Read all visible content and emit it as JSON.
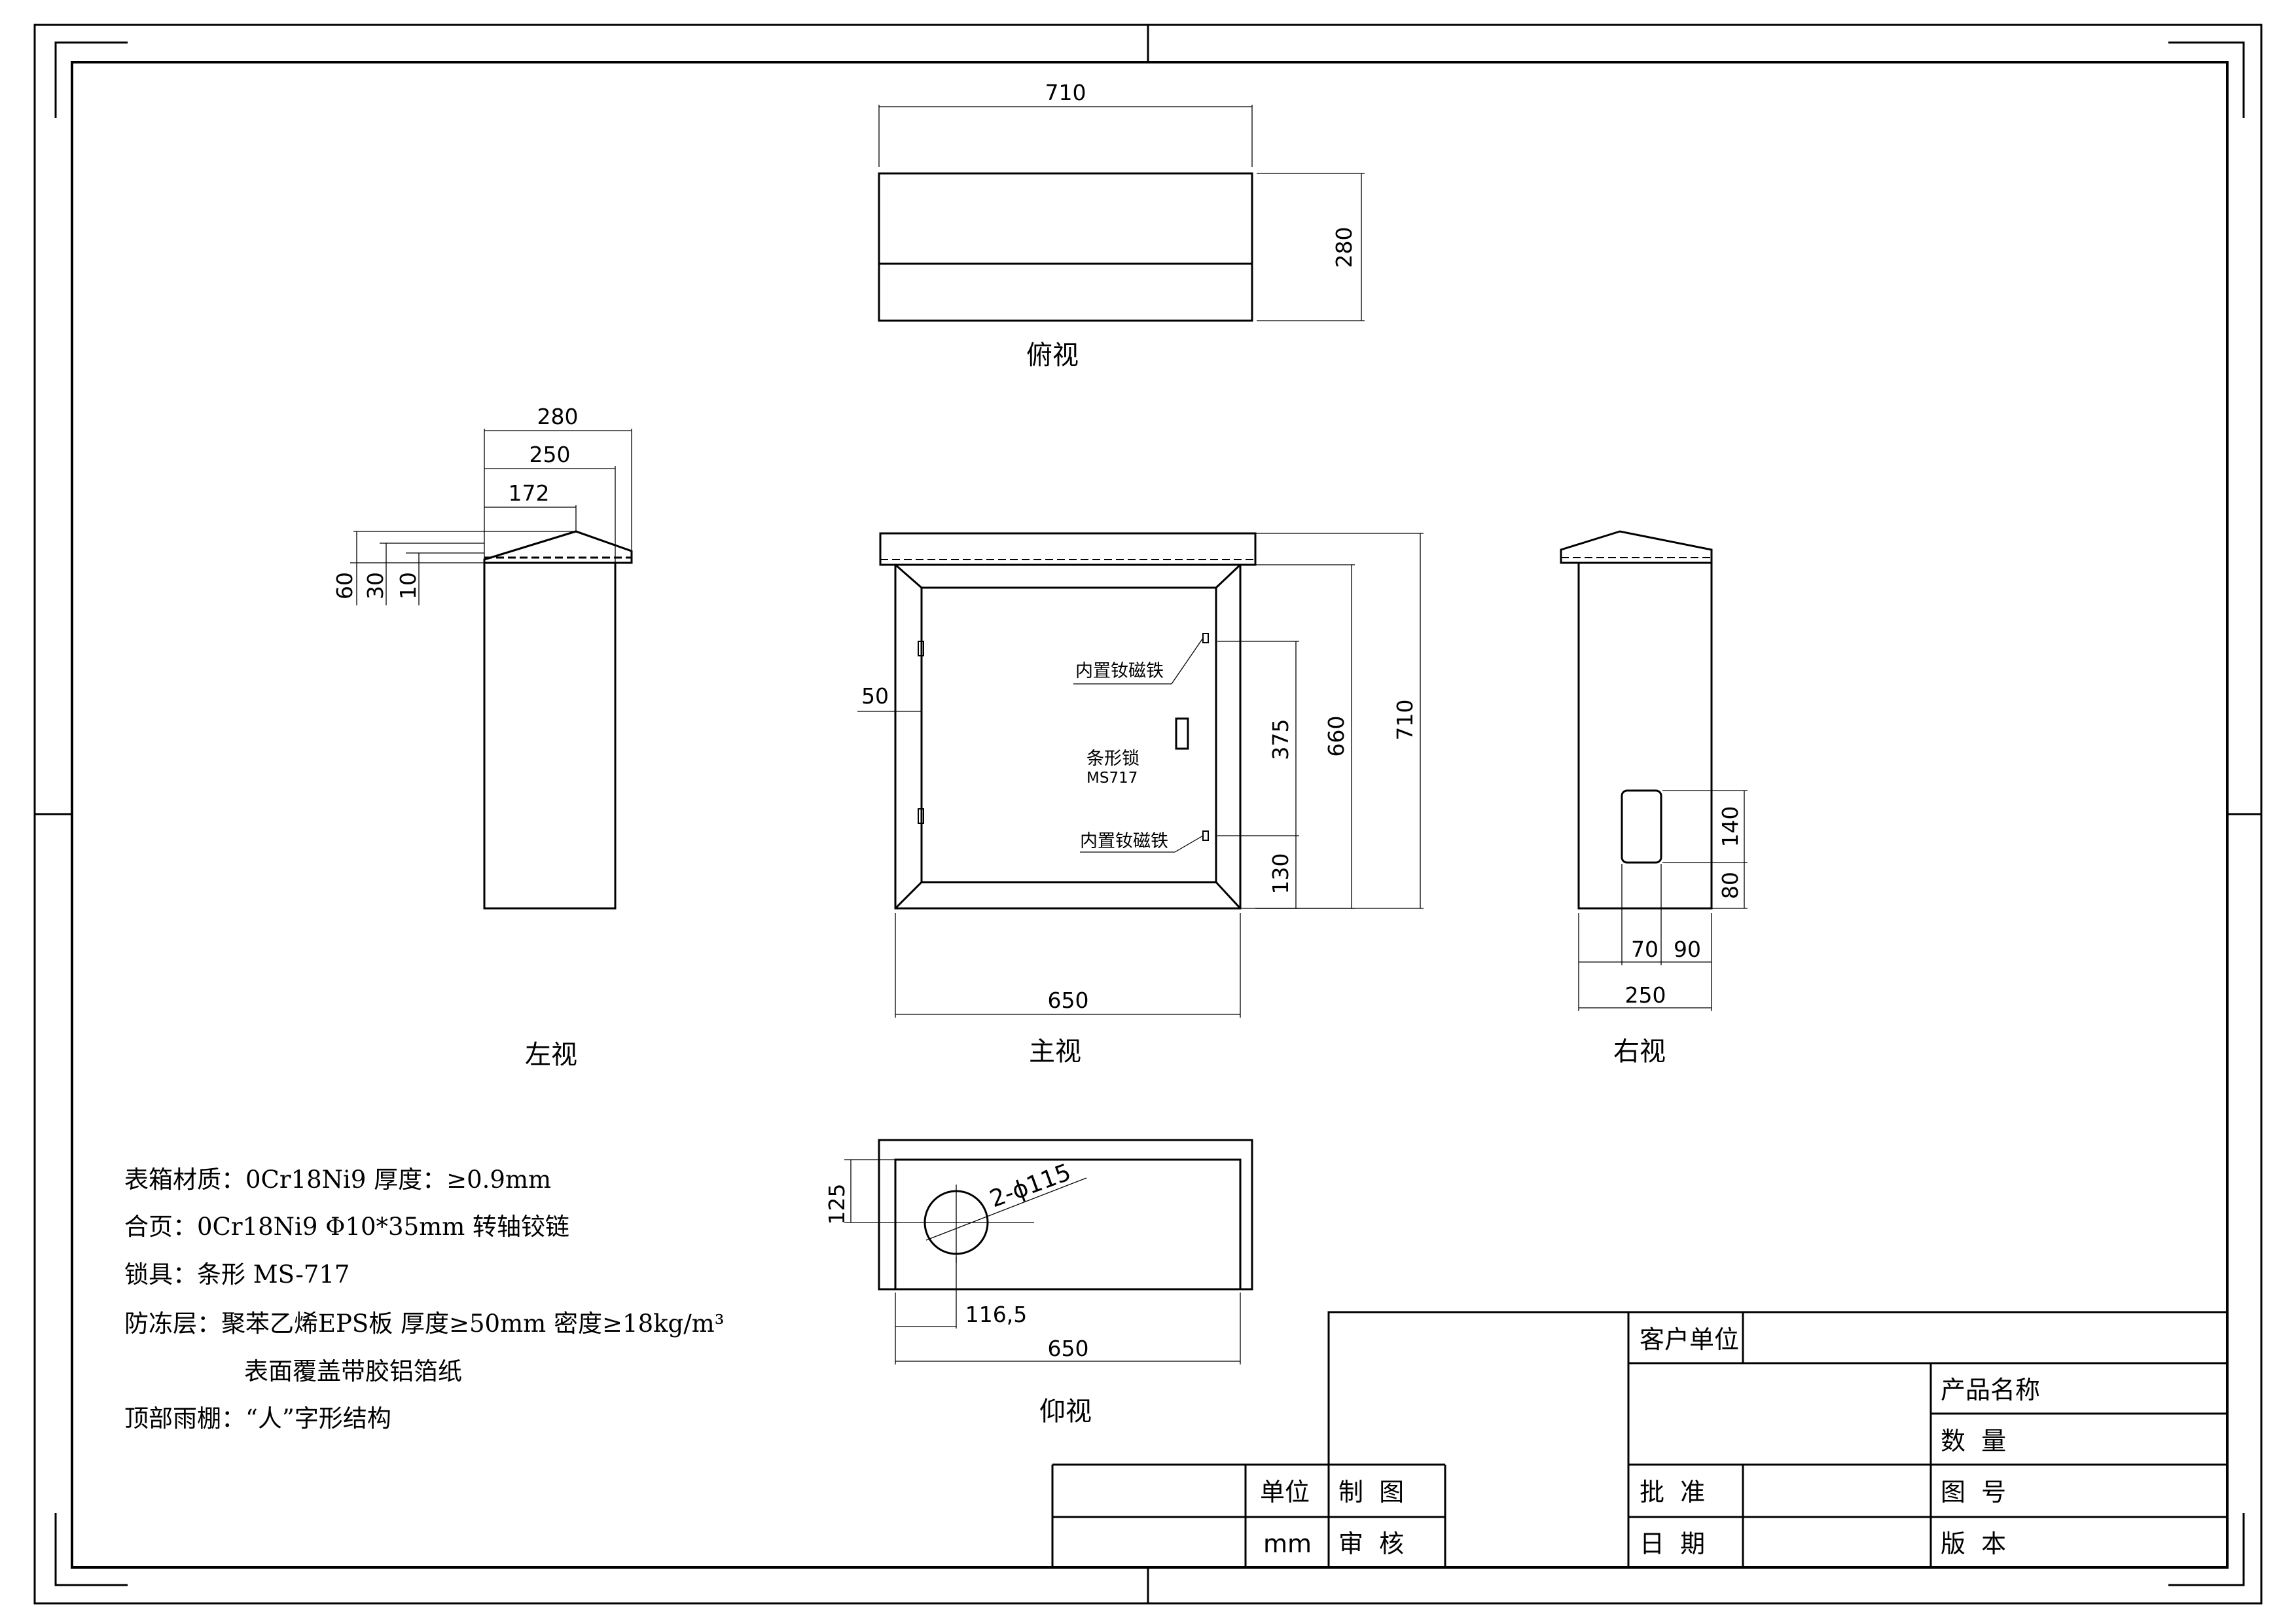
{
  "views": {
    "top": {
      "label": "俯视",
      "width": "710",
      "depth": "280"
    },
    "left": {
      "label": "左视",
      "d280": "280",
      "d250": "250",
      "d172": "172",
      "h60": "60",
      "h30": "30",
      "h10": "10"
    },
    "front": {
      "label": "主视",
      "d50": "50",
      "d375": "375",
      "d660": "660",
      "d710": "710",
      "d130": "130",
      "d650": "650",
      "magnet_top": "内置钕磁铁",
      "lock_line1": "条形锁",
      "lock_line2": "MS717",
      "magnet_bottom": "内置钕磁铁"
    },
    "right": {
      "label": "右视",
      "d140": "140",
      "d80": "80",
      "d70": "70",
      "d90": "90",
      "d250": "250"
    },
    "bottom": {
      "label": "仰视",
      "d125": "125",
      "hole": "2-ϕ115",
      "d1165": "116,5",
      "d650": "650"
    }
  },
  "notes": [
    "表箱材质：0Cr18Ni9 厚度：≥0.9mm",
    "合页：0Cr18Ni9 Φ10*35mm 转轴铰链",
    "锁具：条形 MS-717",
    "防冻层：聚苯乙烯EPS板 厚度≥50mm 密度≥18kg/m³",
    "表面覆盖带胶铝箔纸",
    "顶部雨棚：“人”字形结构"
  ],
  "title_block": {
    "customer": "客户单位",
    "product_name": "产品名称",
    "quantity": "数  量",
    "unit": "单位",
    "unit_value": "mm",
    "drawn": "制  图",
    "checked": "审  核",
    "approved": "批  准",
    "date": "日  期",
    "drawing_no": "图  号",
    "version": "版  本"
  }
}
